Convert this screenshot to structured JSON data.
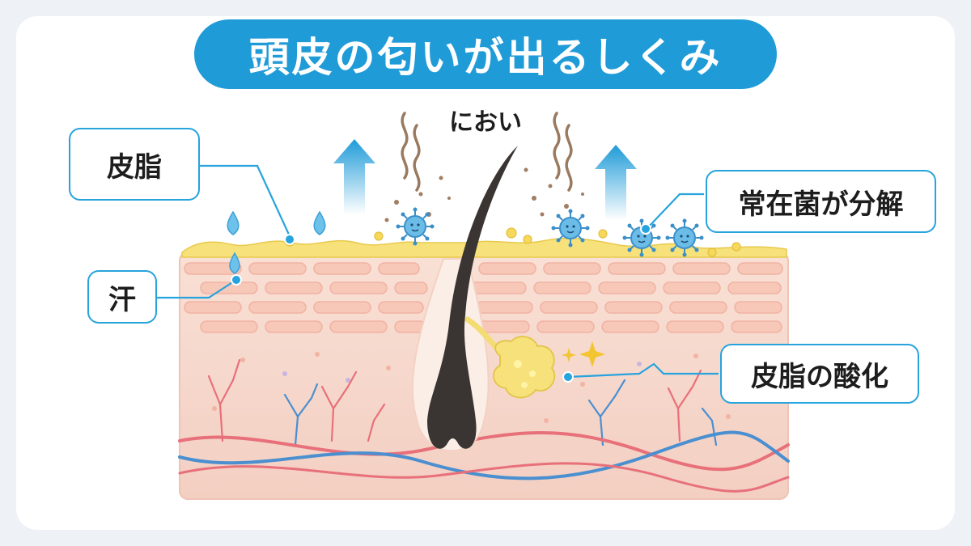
{
  "title": "頭皮の匂いが出るしくみ",
  "smell_label": "におい",
  "labels": {
    "sebum": "皮脂",
    "sweat": "汗",
    "bacteria": "常在菌が分解",
    "oxidation": "皮脂の酸化"
  },
  "colors": {
    "accent": "#1f9bd8",
    "frame": "#27a3dd",
    "skin": "#f6d6cb",
    "sebum": "#f4dc6e",
    "hair": "#3a3532",
    "artery": "#e8707a",
    "vein": "#4a8fd0",
    "bacteria": "#4aa3dc"
  },
  "icons": [
    "arrow-up-icon",
    "water-drop-icon",
    "bacteria-icon",
    "sparkle-icon",
    "odor-wave-icon"
  ]
}
